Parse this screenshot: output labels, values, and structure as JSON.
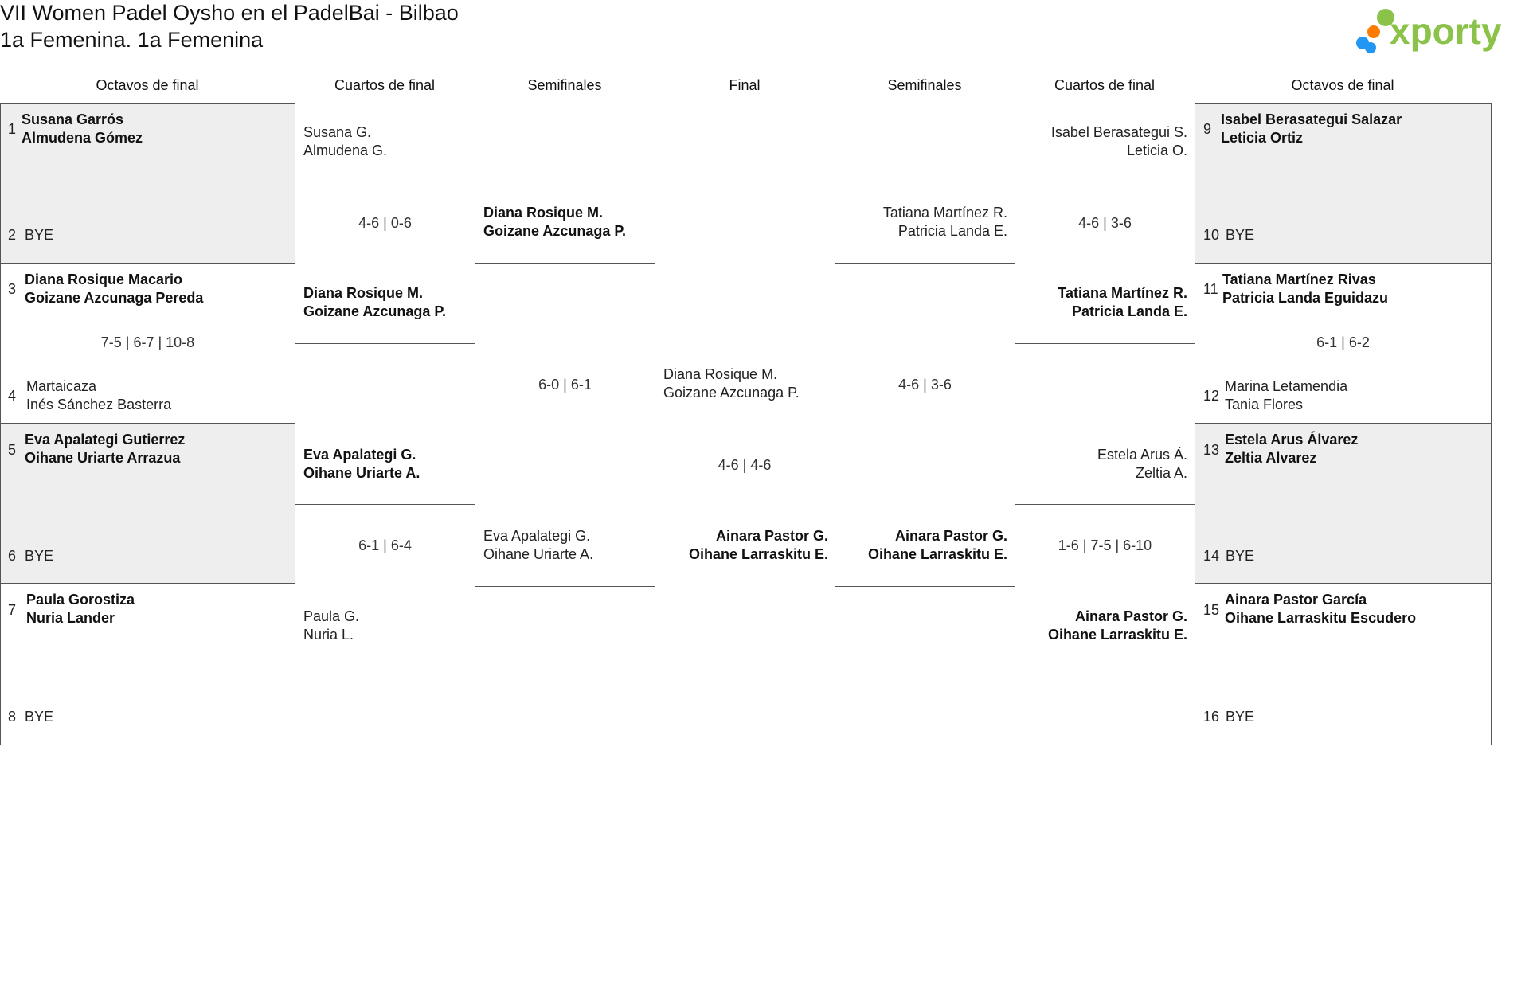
{
  "title": {
    "line1": "VII Women Padel Oysho en el PadelBai - Bilbao",
    "line2": "1a Femenina. 1a Femenina"
  },
  "brand": {
    "name": "xporty",
    "color": "#8bc34a",
    "dots": [
      "#8bc34a",
      "#ff7a00",
      "#2196f3"
    ]
  },
  "headers": {
    "left_r16": "Octavos de final",
    "left_qf": "Cuartos de final",
    "left_sf": "Semifinales",
    "final": "Final",
    "right_sf": "Semifinales",
    "right_qf": "Cuartos de final",
    "right_r16": "Octavos de final"
  },
  "left_r16": [
    {
      "seed_a": "1",
      "a1": "Susana Garrós",
      "a2": "Almudena Gómez",
      "seed_b": "2",
      "b1": "BYE",
      "b2": "",
      "score": ""
    },
    {
      "seed_a": "3",
      "a1": "Diana Rosique Macario",
      "a2": "Goizane Azcunaga Pereda",
      "seed_b": "4",
      "b1": "Martaicaza",
      "b2": "Inés Sánchez Basterra",
      "score": "7-5 | 6-7 | 10-8"
    },
    {
      "seed_a": "5",
      "a1": "Eva Apalategi Gutierrez",
      "a2": "Oihane Uriarte Arrazua",
      "seed_b": "6",
      "b1": "BYE",
      "b2": "",
      "score": ""
    },
    {
      "seed_a": "7",
      "a1": "Paula Gorostiza",
      "a2": "Nuria Lander",
      "seed_b": "8",
      "b1": "BYE",
      "b2": "",
      "score": ""
    }
  ],
  "left_qf": [
    {
      "a1": "Susana G.",
      "a2": "Almudena G.",
      "b1": "Diana Rosique M.",
      "b2": "Goizane Azcunaga P.",
      "score": "4-6 | 0-6"
    },
    {
      "a1": "Eva Apalategi G.",
      "a2": "Oihane Uriarte A.",
      "b1": "Paula G.",
      "b2": "Nuria L.",
      "score": "6-1 | 6-4"
    }
  ],
  "left_sf": {
    "a1": "Diana Rosique M.",
    "a2": "Goizane Azcunaga P.",
    "b1": "Eva Apalategi G.",
    "b2": "Oihane Uriarte A.",
    "score": "6-0 | 6-1"
  },
  "final": {
    "a1": "Diana Rosique M.",
    "a2": "Goizane Azcunaga P.",
    "b1": "Ainara Pastor G.",
    "b2": "Oihane Larraskitu E.",
    "score": "4-6 | 4-6"
  },
  "right_sf": {
    "a1": "Tatiana Martínez R.",
    "a2": "Patricia Landa E.",
    "b1": "Ainara Pastor G.",
    "b2": "Oihane Larraskitu E.",
    "score": "4-6 | 3-6"
  },
  "right_qf": [
    {
      "a1": "Isabel Berasategui S.",
      "a2": "Leticia O.",
      "b1": "Tatiana Martínez R.",
      "b2": "Patricia Landa E.",
      "score": "4-6 | 3-6"
    },
    {
      "a1": "Estela Arus Á.",
      "a2": "Zeltia A.",
      "b1": "Ainara Pastor G.",
      "b2": "Oihane Larraskitu E.",
      "score": "1-6 | 7-5 | 6-10"
    }
  ],
  "right_r16": [
    {
      "seed_a": "9",
      "a1": "Isabel Berasategui Salazar",
      "a2": "Leticia Ortiz",
      "seed_b": "10",
      "b1": "BYE",
      "b2": "",
      "score": ""
    },
    {
      "seed_a": "11",
      "a1": "Tatiana Martínez Rivas",
      "a2": "Patricia Landa Eguidazu",
      "seed_b": "12",
      "b1": "Marina Letamendia",
      "b2": "Tania Flores",
      "score": "6-1 | 6-2"
    },
    {
      "seed_a": "13",
      "a1": "Estela Arus Álvarez",
      "a2": "Zeltia Alvarez",
      "seed_b": "14",
      "b1": "BYE",
      "b2": "",
      "score": ""
    },
    {
      "seed_a": "15",
      "a1": "Ainara Pastor García",
      "a2": "Oihane Larraskitu Escudero",
      "seed_b": "16",
      "b1": "BYE",
      "b2": "",
      "score": ""
    }
  ]
}
